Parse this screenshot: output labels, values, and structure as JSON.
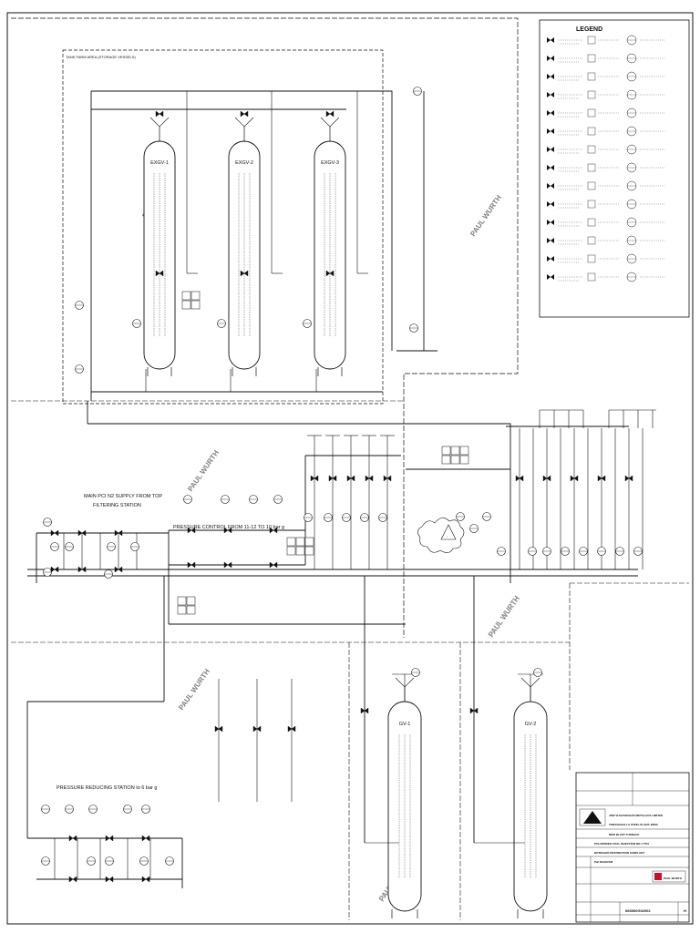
{
  "legend": {
    "title": "LEGEND"
  },
  "areas": {
    "tank_farm": "TANK FARM AREA (STORAGE VESSELS)",
    "main_supply": "MAIN PCI N2 SUPPLY FROM TOP FILTERING STATION",
    "pressure_control": "PRESSURE CONTROL FROM 11-12 TO 10 bar g",
    "pressure_reducing": "PRESSURE REDUCING STATION to 6 bar g"
  },
  "vessels": {
    "v1": "EXGV-1",
    "v2": "EXGV-2",
    "v3": "EXGV-3",
    "gv1": "GV-1",
    "gv2": "GV-2"
  },
  "watermark": "PAUL WURTH",
  "title_block": {
    "company": "JSW VIJAYANAGAR METALLICS LIMITED",
    "plant": "TORANAGALLU STEEL PLANT, INDIA",
    "furnace": "NEW BLAST FURNACE",
    "project": "PULVERISED COAL INJECTION NO.1 TPH",
    "drawing_title": "NITROGEN DISTRIBUTION SUBPLANT",
    "drawing_type": "P&I DIAGRAM",
    "drawing_no": "066560G02002",
    "revision": "H",
    "pw_logo": "PAUL WURTH"
  },
  "colors": {
    "line": "#111111",
    "paper": "#ffffff",
    "watermark": "#9aa6b4",
    "logo_red": "#c8102e"
  }
}
